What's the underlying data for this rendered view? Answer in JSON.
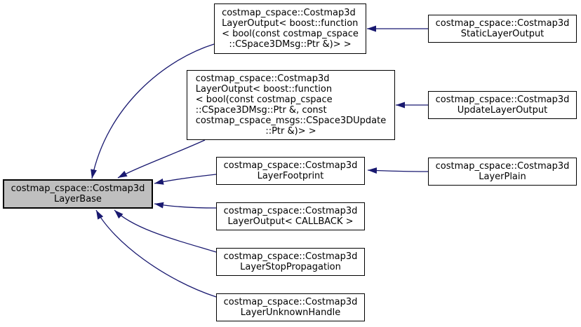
{
  "diagram": {
    "type": "class-inheritance-graph",
    "colors": {
      "arrow": "#191970",
      "node_fill": "#ffffff",
      "node_border": "#000000",
      "highlight_fill": "#bfbfbf"
    },
    "nodes": {
      "layer_base": {
        "label": [
          "costmap_cspace::Costmap3d",
          "LayerBase"
        ],
        "highlighted": true
      },
      "layer_output_msg": {
        "label": [
          "costmap_cspace::Costmap3d",
          "LayerOutput< boost::function",
          "< bool(const costmap_cspace",
          "::CSpace3DMsg::Ptr &)> >"
        ],
        "highlighted": false
      },
      "layer_output_msg_update": {
        "label": [
          "costmap_cspace::Costmap3d",
          "LayerOutput< boost::function",
          "< bool(const costmap_cspace",
          "::CSpace3DMsg::Ptr &, const",
          "costmap_cspace_msgs::CSpace3DUpdate",
          "::Ptr &)> >"
        ],
        "highlighted": false
      },
      "layer_footprint": {
        "label": [
          "costmap_cspace::Costmap3d",
          "LayerFootprint"
        ],
        "highlighted": false
      },
      "layer_output_callback": {
        "label": [
          "costmap_cspace::Costmap3d",
          "LayerOutput< CALLBACK >"
        ],
        "highlighted": false
      },
      "layer_stop_propagation": {
        "label": [
          "costmap_cspace::Costmap3d",
          "LayerStopPropagation"
        ],
        "highlighted": false
      },
      "layer_unknown_handle": {
        "label": [
          "costmap_cspace::Costmap3d",
          "LayerUnknownHandle"
        ],
        "highlighted": false
      },
      "static_layer_output": {
        "label": [
          "costmap_cspace::Costmap3d",
          "StaticLayerOutput"
        ],
        "highlighted": false
      },
      "update_layer_output": {
        "label": [
          "costmap_cspace::Costmap3d",
          "UpdateLayerOutput"
        ],
        "highlighted": false
      },
      "layer_plain": {
        "label": [
          "costmap_cspace::Costmap3d",
          "LayerPlain"
        ],
        "highlighted": false
      }
    },
    "edges": [
      {
        "from": "layer_output_msg",
        "to": "layer_base",
        "type": "public-inheritance"
      },
      {
        "from": "layer_output_msg_update",
        "to": "layer_base",
        "type": "public-inheritance"
      },
      {
        "from": "layer_footprint",
        "to": "layer_base",
        "type": "public-inheritance"
      },
      {
        "from": "layer_output_callback",
        "to": "layer_base",
        "type": "public-inheritance"
      },
      {
        "from": "layer_stop_propagation",
        "to": "layer_base",
        "type": "public-inheritance"
      },
      {
        "from": "layer_unknown_handle",
        "to": "layer_base",
        "type": "public-inheritance"
      },
      {
        "from": "static_layer_output",
        "to": "layer_output_msg",
        "type": "public-inheritance"
      },
      {
        "from": "update_layer_output",
        "to": "layer_output_msg_update",
        "type": "public-inheritance"
      },
      {
        "from": "layer_plain",
        "to": "layer_footprint",
        "type": "public-inheritance"
      }
    ]
  }
}
